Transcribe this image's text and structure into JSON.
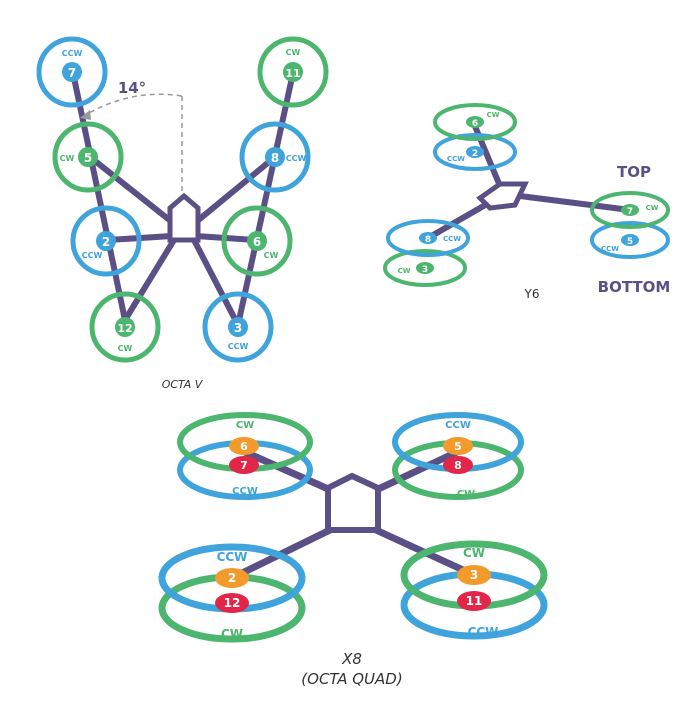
{
  "colors": {
    "frame": "#5b5085",
    "cw": "#4cb56e",
    "ccw": "#3fa3dc",
    "orange": "#f39a2c",
    "red": "#e4254a",
    "label": "#5b5085",
    "text": "#333333"
  },
  "octa_v": {
    "caption": "OCTA V",
    "angle_label": "14°",
    "motors": [
      {
        "num": "7",
        "dir": "CCW"
      },
      {
        "num": "5",
        "dir": "CW"
      },
      {
        "num": "2",
        "dir": "CCW"
      },
      {
        "num": "12",
        "dir": "CW"
      },
      {
        "num": "11",
        "dir": "CW"
      },
      {
        "num": "8",
        "dir": "CCW"
      },
      {
        "num": "6",
        "dir": "CW"
      },
      {
        "num": "3",
        "dir": "CCW"
      }
    ]
  },
  "y6": {
    "caption": "Y6",
    "top_label": "TOP",
    "bottom_label": "BOTTOM",
    "motors": [
      {
        "top_num": "6",
        "top_dir": "CW",
        "bottom_num": "2",
        "bottom_dir": "CCW"
      },
      {
        "top_num": "7",
        "top_dir": "CW",
        "bottom_num": "5",
        "bottom_dir": "CCW"
      },
      {
        "top_num": "8",
        "top_dir": "CCW",
        "bottom_num": "3",
        "bottom_dir": "CW"
      }
    ]
  },
  "x8": {
    "caption_line1": "X8",
    "caption_line2": "(OCTA QUAD)",
    "motors": [
      {
        "top_num": "6",
        "bottom_num": "7",
        "top_dir": "CW",
        "bottom_dir": "CCW"
      },
      {
        "top_num": "5",
        "bottom_num": "8",
        "top_dir": "CCW",
        "bottom_dir": "CW"
      },
      {
        "top_num": "2",
        "bottom_num": "12",
        "top_dir": "CCW",
        "bottom_dir": "CW"
      },
      {
        "top_num": "3",
        "bottom_num": "11",
        "top_dir": "CW",
        "bottom_dir": "CCW"
      }
    ]
  }
}
